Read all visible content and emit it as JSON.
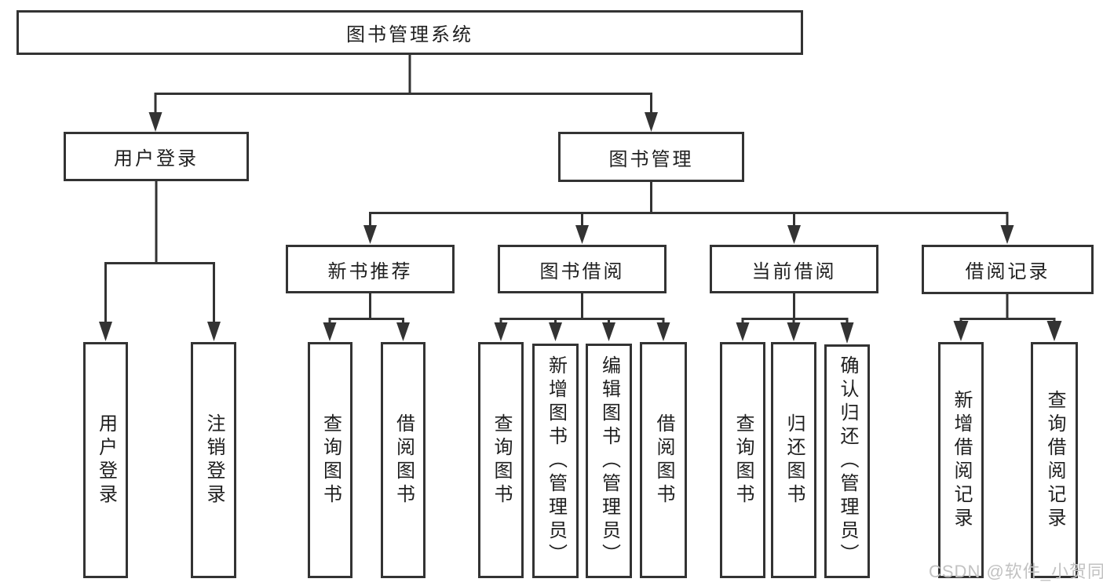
{
  "diagram": {
    "root": {
      "label": "图书管理系统"
    },
    "branches": [
      {
        "label": "用户登录",
        "leaves": [
          {
            "label": "用户登录"
          },
          {
            "label": "注销登录"
          }
        ]
      },
      {
        "label": "图书管理",
        "groups": [
          {
            "label": "新书推荐",
            "leaves": [
              {
                "label": "查询图书"
              },
              {
                "label": "借阅图书"
              }
            ]
          },
          {
            "label": "图书借阅",
            "leaves": [
              {
                "label": "查询图书"
              },
              {
                "label": "新增图书（管理员）"
              },
              {
                "label": "编辑图书（管理员）"
              },
              {
                "label": "借阅图书"
              }
            ]
          },
          {
            "label": "当前借阅",
            "leaves": [
              {
                "label": "查询图书"
              },
              {
                "label": "归还图书"
              },
              {
                "label": "确认归还（管理员）"
              }
            ]
          },
          {
            "label": "借阅记录",
            "leaves": [
              {
                "label": "新增借阅记录"
              },
              {
                "label": "查询借阅记录"
              }
            ]
          }
        ]
      }
    ]
  },
  "watermark": {
    "text": "CSDN @软件_小贺同学"
  },
  "colors": {
    "line": "#333333",
    "box_border": "#333333",
    "text": "#1f1f1f",
    "background": "#ffffff",
    "watermark": "#c2c2c2"
  }
}
